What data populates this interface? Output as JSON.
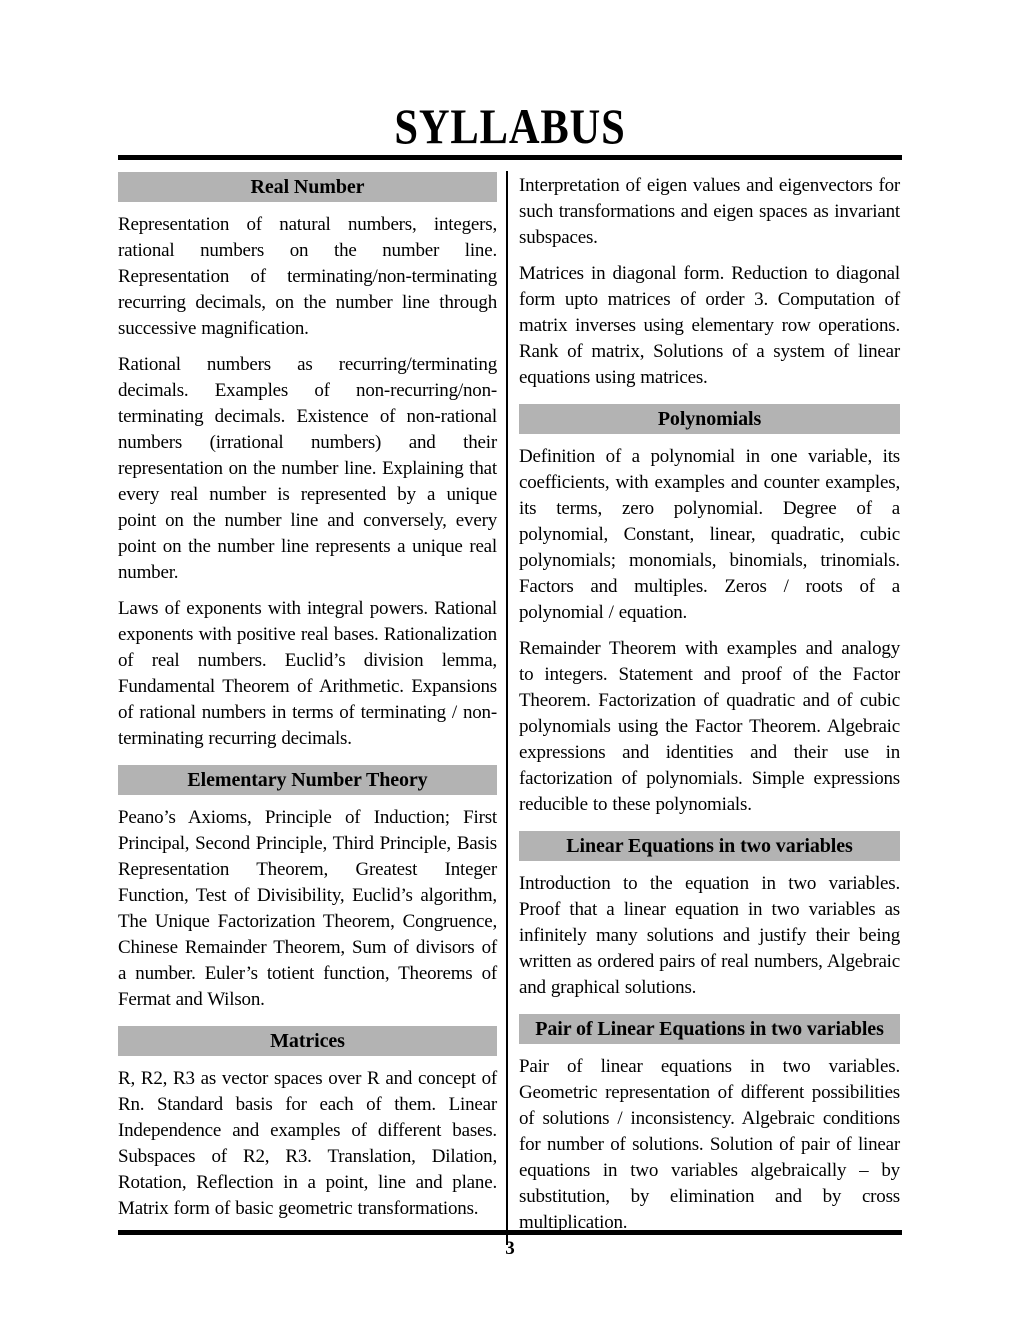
{
  "page": {
    "title": "SYLLABUS",
    "page_number": "3"
  },
  "colors": {
    "header_bar_background": "#b3b3b3",
    "text": "#000000",
    "rule": "#000000",
    "page_background": "#ffffff"
  },
  "left_column": {
    "sections": [
      {
        "heading": "Real Number",
        "paragraphs": [
          "Representation of natural numbers, integers, rational numbers on the number line. Representation of terminating/non-terminating recurring decimals, on the number line through successive magnification.",
          "Rational numbers as recurring/terminating decimals. Examples of non-recurring/non-terminating decimals. Existence of non-rational numbers (irrational numbers) and their representation on the number line. Explaining that every real number is represented by a unique point on the number line and conversely, every point on the number line represents a unique real number.",
          "Laws of exponents with integral powers. Rational exponents with positive real bases. Rationalization of real numbers. Euclid’s division lemma, Fundamental Theorem of Arithmetic. Expansions of rational numbers in terms of terminating / non-terminating recurring decimals."
        ]
      },
      {
        "heading": "Elementary Number Theory",
        "paragraphs": [
          "Peano’s Axioms, Principle of Induction; First Principal, Second Principle, Third Principle, Basis Representation Theorem, Greatest Integer Function, Test of Divisibility, Euclid’s algorithm, The Unique Factorization Theorem, Congruence, Chinese Remainder Theorem, Sum of divisors of a number. Euler’s totient function, Theorems of Fermat and Wilson."
        ]
      },
      {
        "heading": "Matrices",
        "paragraphs": [
          "R, R2, R3 as vector spaces over R and concept of Rn. Standard basis for each of them. Linear Independence and examples of different bases. Subspaces of R2, R3. Translation, Dilation, Rotation, Reflection in a point, line and plane. Matrix form of basic geometric transformations."
        ]
      }
    ]
  },
  "right_column": {
    "sections": [
      {
        "paragraphs": [
          "Interpretation of eigen values and eigenvectors for such transformations and eigen spaces as invariant subspaces.",
          "Matrices in diagonal form. Reduction to diagonal form upto matrices of order 3. Computation of matrix inverses using elementary row operations. Rank of matrix, Solutions of a system of linear equations using matrices."
        ]
      },
      {
        "heading": "Polynomials",
        "paragraphs": [
          "Definition of a polynomial in one variable, its coefficients, with examples and counter examples, its terms, zero polynomial. Degree of a polynomial, Constant, linear, quadratic, cubic polynomials; monomials, binomials, trinomials. Factors and multiples. Zeros / roots of a polynomial / equation.",
          "Remainder Theorem with examples and analogy to integers. Statement and proof of the Factor Theorem. Factorization of quadratic and of cubic polynomials using the Factor Theorem. Algebraic expressions and identities and their use in factorization of polynomials. Simple expressions reducible to these polynomials."
        ]
      },
      {
        "heading": "Linear Equations in two variables",
        "paragraphs": [
          "Introduction to the equation in two variables. Proof that a linear equation in two variables as infinitely many solutions and justify their being written as ordered pairs of real numbers, Algebraic and graphical solutions."
        ]
      },
      {
        "heading": "Pair of Linear Equations in two variables",
        "paragraphs": [
          "Pair of linear equations in two variables. Geometric representation of different possibilities of solutions / inconsistency. Algebraic conditions for number of solutions. Solution of pair of linear equations in two variables algebraically – by substitution, by elimination and by cross multiplication."
        ]
      }
    ]
  }
}
